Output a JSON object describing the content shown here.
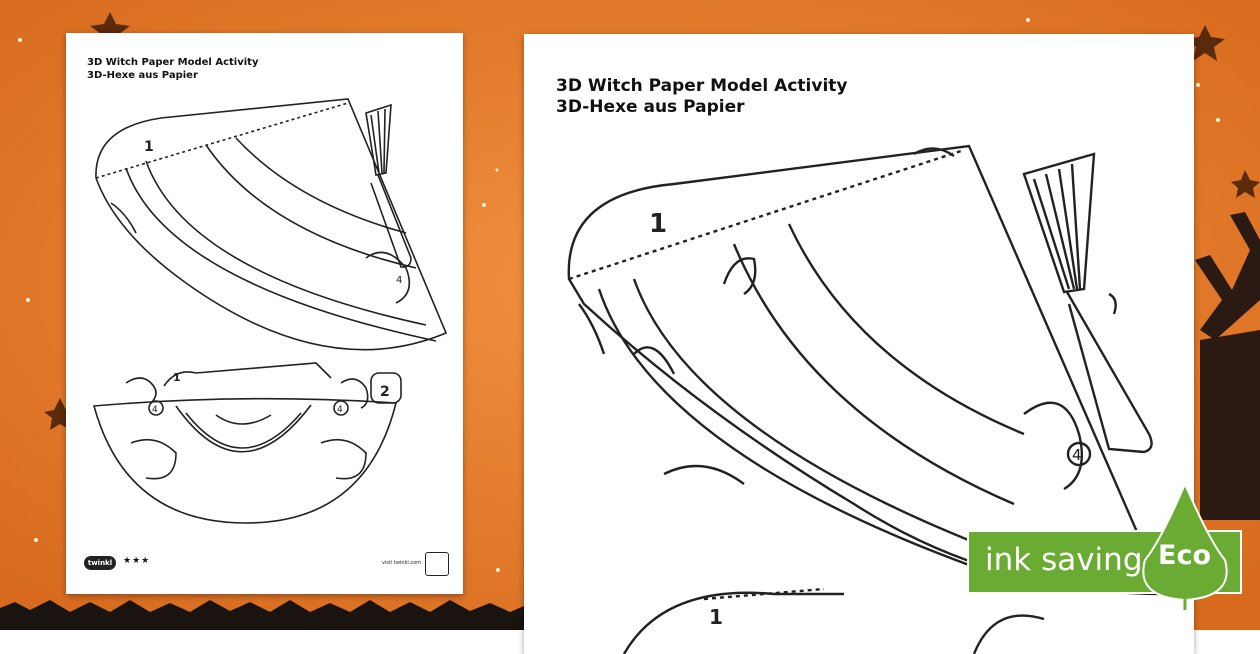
{
  "background": {
    "color": "#e87d2a",
    "accent": "#c95f14"
  },
  "preview_small": {
    "title_en": "3D Witch Paper Model Activity",
    "title_de": "3D-Hexe aus Papier",
    "labels": [
      "1",
      "4",
      "1",
      "2",
      "4",
      "4"
    ],
    "footer": {
      "logo": "twinkl",
      "stars": "★★★",
      "url": "visit twinkl.com"
    }
  },
  "preview_large": {
    "title_en": "3D Witch Paper Model Activity",
    "title_de": "3D-Hexe aus Papier",
    "labels": [
      "1",
      "4",
      "1"
    ]
  },
  "eco_badge": {
    "text": "ink saving",
    "label": "Eco",
    "color": "#6aab33"
  }
}
